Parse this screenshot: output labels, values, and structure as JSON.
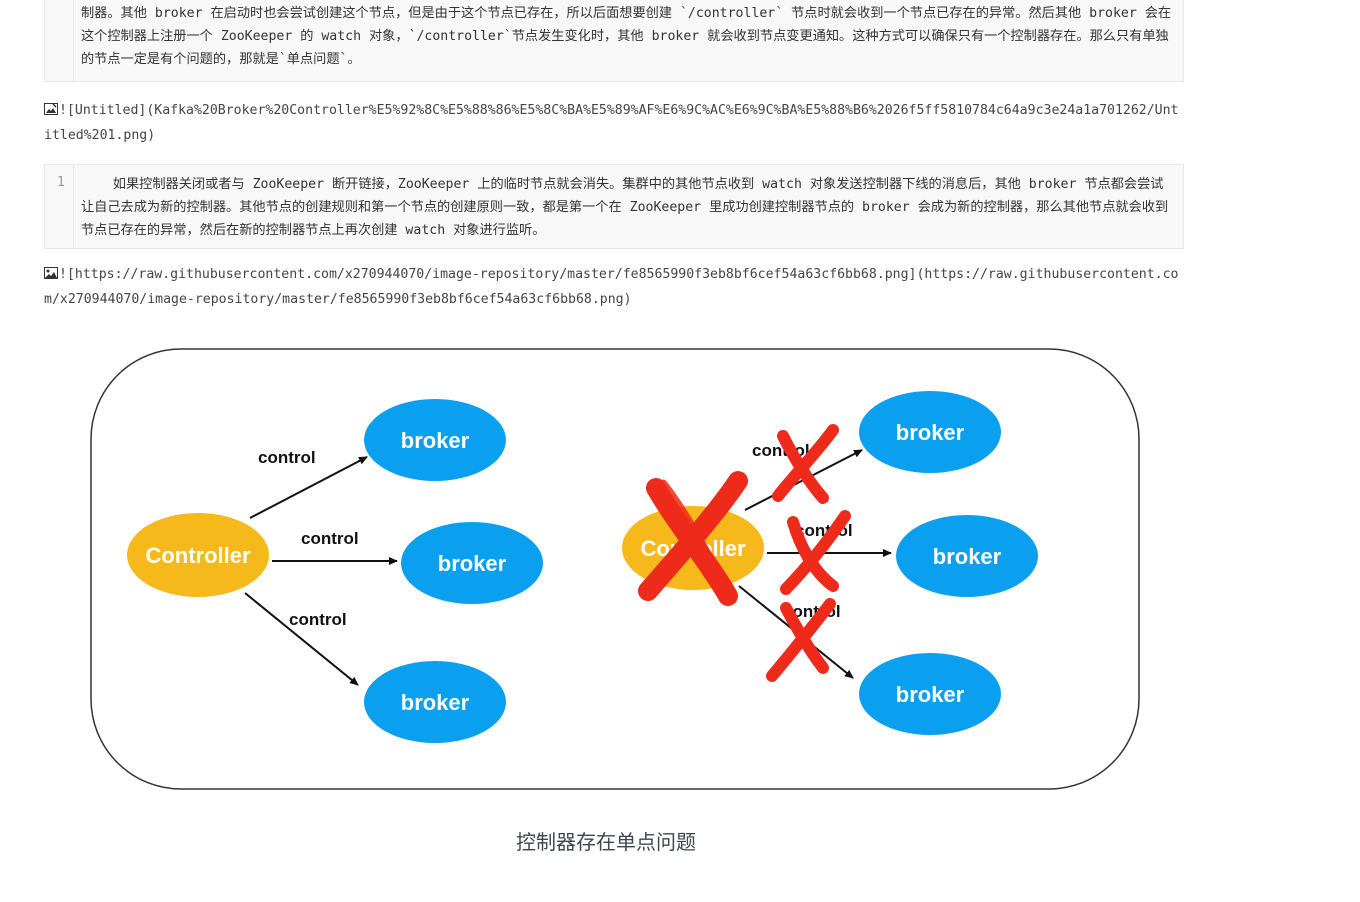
{
  "code_block_1": {
    "text": "制器。其他 broker 在启动时也会尝试创建这个节点，但是由于这个节点已存在，所以后面想要创建 `/controller` 节点时就会收到一个节点已存在的异常。然后其他 broker 会在这个控制器上注册一个 ZooKeeper 的 watch 对象，`/controller`节点发生变化时，其他 broker 就会收到节点变更通知。这种方式可以确保只有一个控制器存在。那么只有单独的节点一定是有个问题的，那就是`单点问题`。"
  },
  "image_link_1": {
    "icon": "broken-image-icon",
    "text": "![Untitled](Kafka%20Broker%20Controller%E5%92%8C%E5%88%86%E5%8C%BA%E5%89%AF%E6%9C%AC%E6%9C%BA%E5%88%B6%2026f5ff5810784c64a9c3e24a1a701262/Untitled%201.png)"
  },
  "code_block_2": {
    "line_number": "1",
    "text": "    如果控制器关闭或者与 ZooKeeper 断开链接，ZooKeeper 上的临时节点就会消失。集群中的其他节点收到 watch 对象发送控制器下线的消息后，其他 broker 节点都会尝试让自己去成为新的控制器。其他节点的创建规则和第一个节点的创建原则一致，都是第一个在 ZooKeeper 里成功创建控制器节点的 broker 会成为新的控制器，那么其他节点就会收到节点已存在的异常，然后在新的控制器节点上再次创建 watch 对象进行监听。"
  },
  "image_link_2": {
    "icon": "image-icon",
    "text": "![https://raw.githubusercontent.com/x270944070/image-repository/master/fe8565990f3eb8bf6cef54a63cf6bb68.png](https://raw.githubusercontent.com/x270944070/image-repository/master/fe8565990f3eb8bf6cef54a63cf6bb68.png)"
  },
  "diagram": {
    "controller_label": "Controller",
    "broker_label": "broker",
    "edge_label": "control",
    "colors": {
      "controller": "#f5b91c",
      "broker": "#0b9ff0",
      "cross": "#ee2a1a",
      "frame": "#333333"
    }
  },
  "caption": "控制器存在单点问题"
}
